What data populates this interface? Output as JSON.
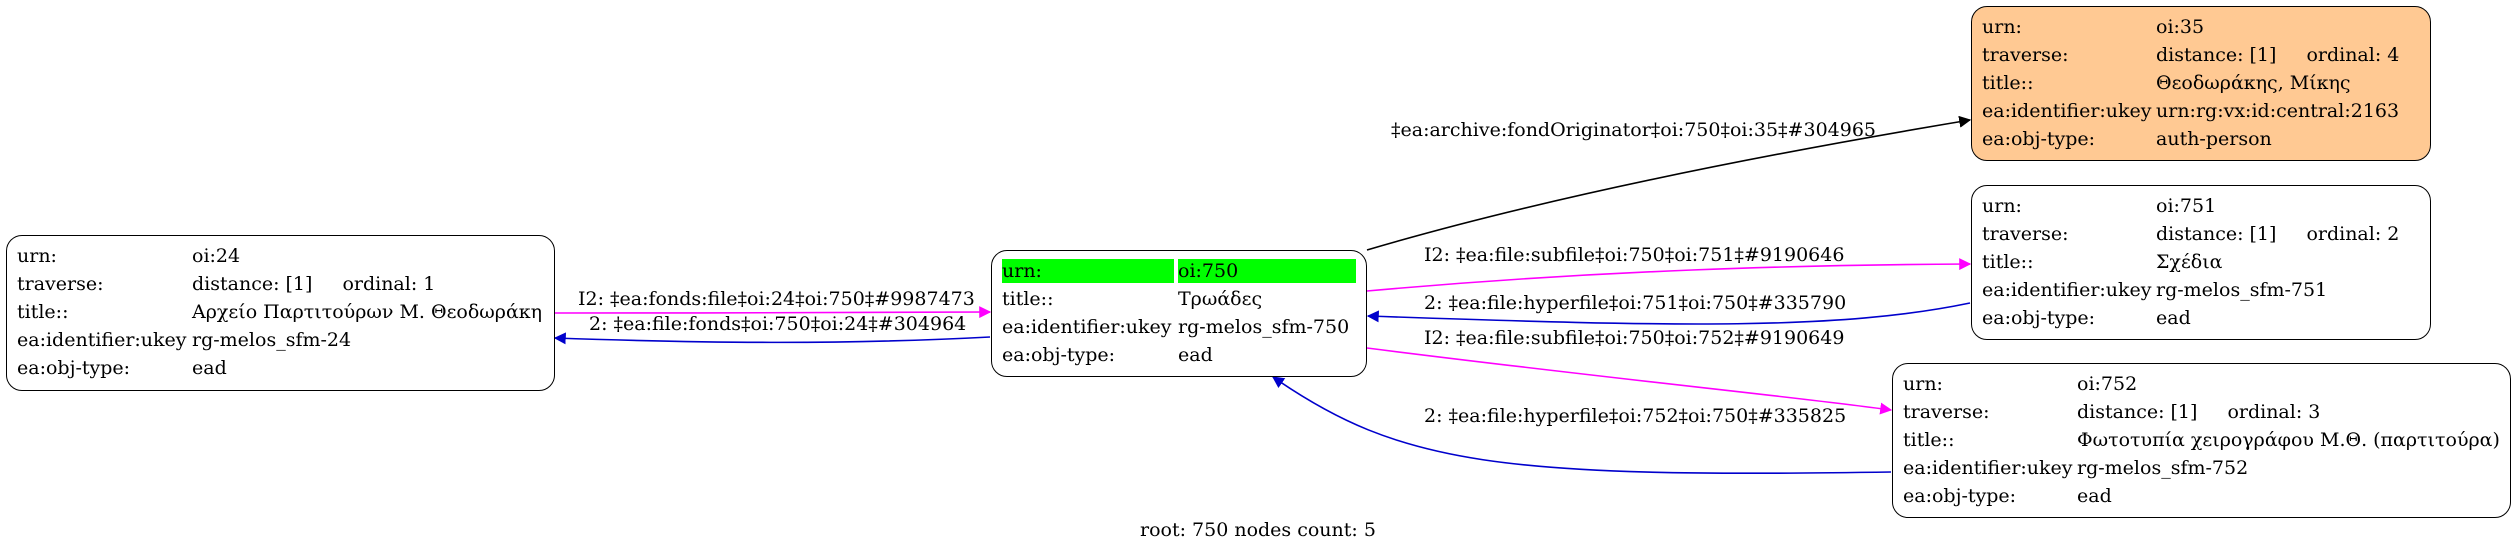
{
  "nodes": {
    "oi24": {
      "urn_key": "urn:",
      "urn": "oi:24",
      "traverse_key": "traverse:",
      "distance": "distance: [1]",
      "ordinal": "ordinal: 1",
      "title_key": "title::",
      "title": "Αρχείο Παρτιτούρων Μ. Θεοδωράκη",
      "ukey_key": "ea:identifier:ukey",
      "ukey": "rg-melos_sfm-24",
      "objtype_key": "ea:obj-type:",
      "objtype": "ead"
    },
    "oi750": {
      "urn_key": "urn:",
      "urn": "oi:750",
      "title_key": "title::",
      "title": "Τρωάδες",
      "ukey_key": "ea:identifier:ukey",
      "ukey": "rg-melos_sfm-750",
      "objtype_key": "ea:obj-type:",
      "objtype": "ead"
    },
    "oi35": {
      "urn_key": "urn:",
      "urn": "oi:35",
      "traverse_key": "traverse:",
      "distance": "distance: [1]",
      "ordinal": "ordinal: 4",
      "title_key": "title::",
      "title": "Θεοδωράκης, Μίκης",
      "ukey_key": "ea:identifier:ukey",
      "ukey": "urn:rg:vx:id:central:2163",
      "objtype_key": "ea:obj-type:",
      "objtype": "auth-person"
    },
    "oi751": {
      "urn_key": "urn:",
      "urn": "oi:751",
      "traverse_key": "traverse:",
      "distance": "distance: [1]",
      "ordinal": "ordinal: 2",
      "title_key": "title::",
      "title": "Σχέδια",
      "ukey_key": "ea:identifier:ukey",
      "ukey": "rg-melos_sfm-751",
      "objtype_key": "ea:obj-type:",
      "objtype": "ead"
    },
    "oi752": {
      "urn_key": "urn:",
      "urn": "oi:752",
      "traverse_key": "traverse:",
      "distance": "distance: [1]",
      "ordinal": "ordinal: 3",
      "title_key": "title::",
      "title": "Φωτοτυπία χειρογράφου Μ.Θ. (παρτιτούρα)",
      "ukey_key": "ea:identifier:ukey",
      "ukey": "rg-melos_sfm-752",
      "objtype_key": "ea:obj-type:",
      "objtype": "ead"
    }
  },
  "edges": {
    "fond_originator": "‡ea:archive:fondOriginator‡oi:750‡oi:35‡#304965",
    "fonds_file": "I2: ‡ea:fonds:file‡oi:24‡oi:750‡#9987473",
    "file_fonds": "2: ‡ea:file:fonds‡oi:750‡oi:24‡#304964",
    "subfile_751": "I2: ‡ea:file:subfile‡oi:750‡oi:751‡#9190646",
    "hyperfile_751": "2: ‡ea:file:hyperfile‡oi:751‡oi:750‡#335790",
    "subfile_752": "I2: ‡ea:file:subfile‡oi:750‡oi:752‡#9190649",
    "hyperfile_752": "2: ‡ea:file:hyperfile‡oi:752‡oi:750‡#335825"
  },
  "colors": {
    "origin_fill": "#ffc993",
    "highlight": "#00ff00",
    "edge_magenta": "#ff00ff",
    "edge_blue": "#0000cc",
    "edge_black": "#000000"
  },
  "footer": "root: 750 nodes count: 5"
}
